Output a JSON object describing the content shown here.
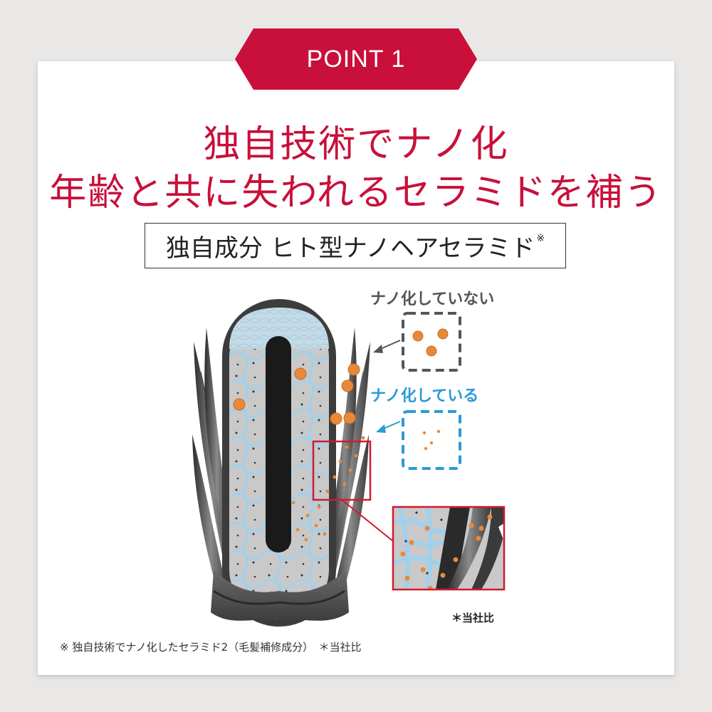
{
  "badge": {
    "label": "POINT 1",
    "color": "#c8103a"
  },
  "headline": {
    "line1": "独自技術でナノ化",
    "line2": "年齢と共に失われるセラミドを補う",
    "color": "#c8103a"
  },
  "ingredient": {
    "label": "独自成分 ヒト型ナノヘアセラミド",
    "mark": "※"
  },
  "diagram": {
    "label_not_nano": "ナノ化していない",
    "label_nano": "ナノ化している",
    "not_nano_color": "#555555",
    "nano_color": "#2b9ad8",
    "particle_color": "#e8893a",
    "zoom_frame_color": "#d4192e"
  },
  "notes": {
    "company_comparison": "＊当社比",
    "footnote": "※ 独自技術でナノ化したセラミド2（毛髪補修成分）　＊当社比"
  }
}
